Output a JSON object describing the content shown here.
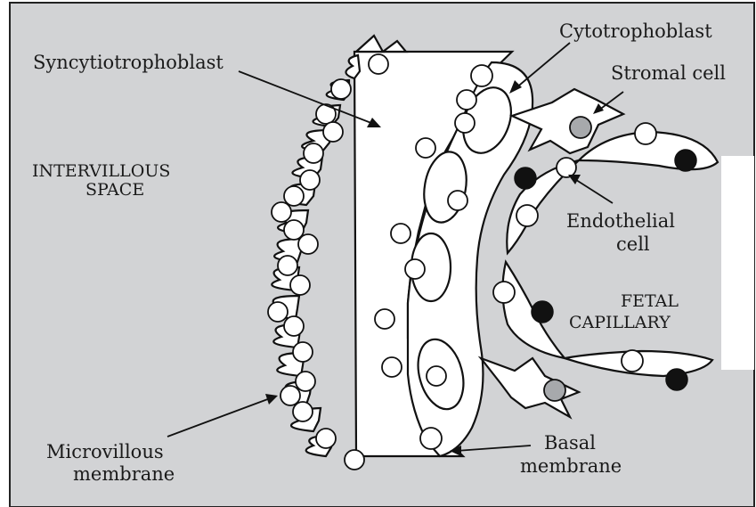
{
  "colors": {
    "background": "#d2d3d5",
    "tissue": "#ffffff",
    "ink": "#111111",
    "stromal_nucleus": "#a7a9ac"
  },
  "labels": {
    "syncytiotrophoblast": "Syncytiotrophoblast",
    "cytotrophoblast": "Cytotrophoblast",
    "stromal_cell": "Stromal cell",
    "intervillous_line1": "INTERVILLOUS",
    "intervillous_line2": "SPACE",
    "endothelial_line1": "Endothelial",
    "endothelial_line2": "cell",
    "fetal_line1": "FETAL",
    "fetal_line2": "CAPILLARY",
    "microvillous_line1": "Microvillous",
    "microvillous_line2": "membrane",
    "basal_line1": "Basal",
    "basal_line2": "membrane"
  }
}
